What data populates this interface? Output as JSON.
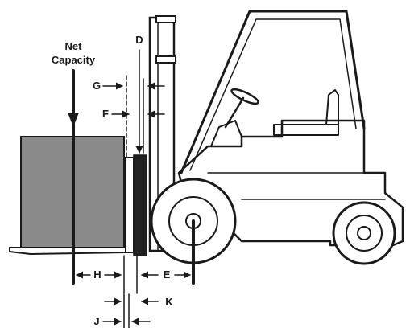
{
  "labels": {
    "net_capacity_line1": "Net",
    "net_capacity_line2": "Capacity",
    "D": "D",
    "G": "G",
    "F": "F",
    "H": "H",
    "E": "E",
    "K": "K",
    "J": "J"
  },
  "colors": {
    "load": "#8a8a8a",
    "ink": "#1a1a1a",
    "paper": "#ffffff",
    "carriage": "#222222"
  }
}
